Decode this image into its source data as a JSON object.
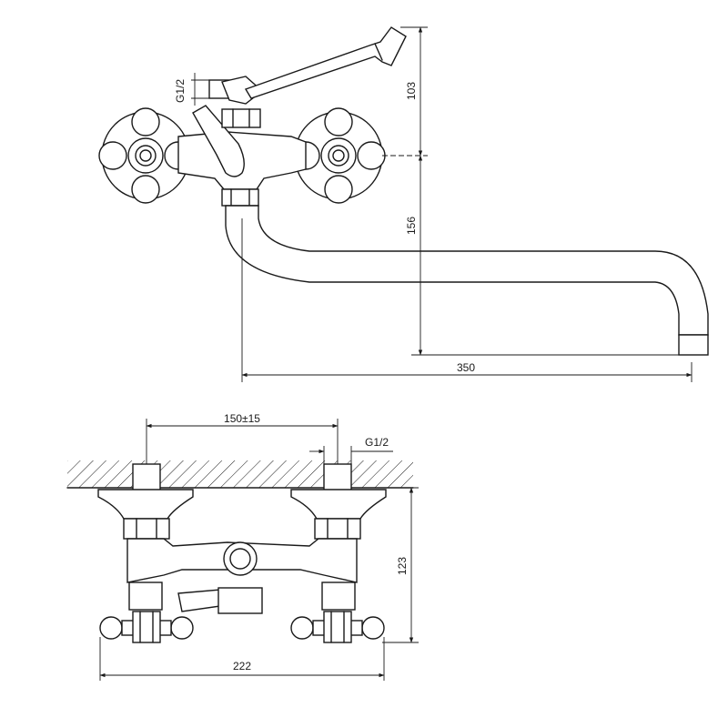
{
  "dimensions": {
    "height_upper": "103",
    "height_lower": "156",
    "spout_length": "350",
    "thread_top": "G1/2",
    "inlet_spacing": "150±15",
    "thread_bottom": "G1/2",
    "depth": "123",
    "overall_width": "222"
  }
}
